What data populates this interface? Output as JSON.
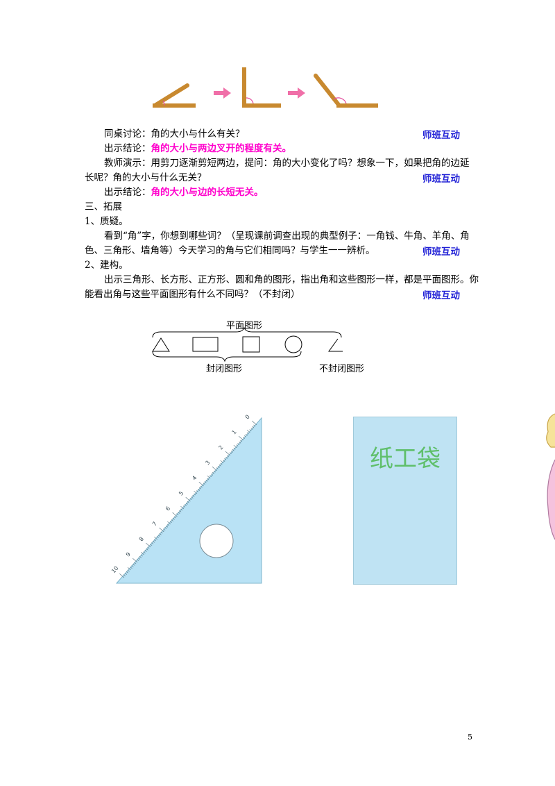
{
  "lines": {
    "l1": "同桌讨论：角的大小与什么有关？",
    "l2_prefix": "出示结论：",
    "l2_highlight": "角的大小与两边叉开的程度有关。",
    "l3": "教师演示：用剪刀逐渐剪短两边，提问：角的大小变化了吗？想象一下，如果把角的边延",
    "l4": "长呢？角的大小与什么无关？",
    "l5_prefix": "出示结论：",
    "l5_highlight": "角的大小与边的长短无关。",
    "l6": "三、拓展",
    "l7": "1、质疑。",
    "l8": "看到“角”字，你想到哪些词？（呈现课前调查出现的典型例子：一角钱、牛角、羊角、角",
    "l9": "色、三角形、墙角等）今天学习的角与它们相同吗？与学生一一辨析。",
    "l10": "2、建构。",
    "l11": "出示三角形、长方形、正方形、圆和角的图形，指出角和这些图形一样，都是平面图形。你",
    "l12": "能看出角与这些平面图形有什么不同吗？（不封闭）"
  },
  "tags": {
    "t1": "师班互动",
    "t2": "师班互动",
    "t3": "师班互动",
    "t4": "师班互动"
  },
  "diagram": {
    "top_label": "平面图形",
    "closed_label": "封闭图形",
    "open_label": "不封闭图形"
  },
  "ruler": {
    "ticks": [
      "0",
      "1",
      "2",
      "3",
      "4",
      "5",
      "6",
      "7",
      "8",
      "9",
      "10"
    ]
  },
  "envelope": {
    "text": "纸工袋"
  },
  "page_number": "5",
  "colors": {
    "stick": "#c8892f",
    "arrow": "#f06fa8",
    "highlight": "#ff00cc",
    "tag": "#1f1fd6",
    "ruler": "#b9e2f5",
    "envelope_bg": "#bfe3f3",
    "envelope_text": "#5fbf6a"
  }
}
